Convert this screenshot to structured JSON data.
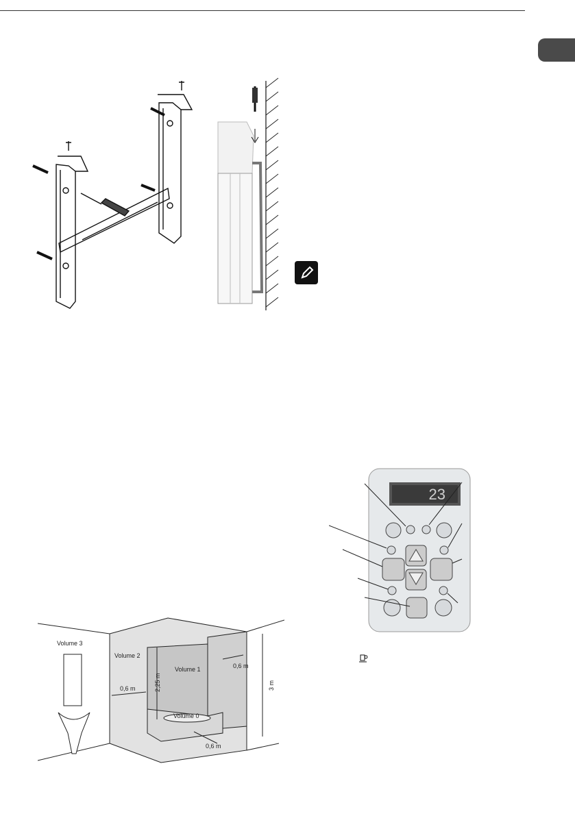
{
  "page": {
    "language_tab": ""
  },
  "thermostat": {
    "display_value": "23"
  },
  "bathroom_diagram": {
    "volume_0": "Volume 0",
    "volume_1": "Volume 1",
    "volume_2": "Volume 2",
    "volume_3": "Volume 3",
    "dim_height_shower": "2,25 m",
    "dim_side": "0,6 m",
    "dim_front": "0,6 m",
    "dim_right": "0,6 m",
    "dim_room_height": "3 m"
  },
  "icons": {
    "note": "pencil-note-icon",
    "detector": "presence-detector-icon"
  }
}
